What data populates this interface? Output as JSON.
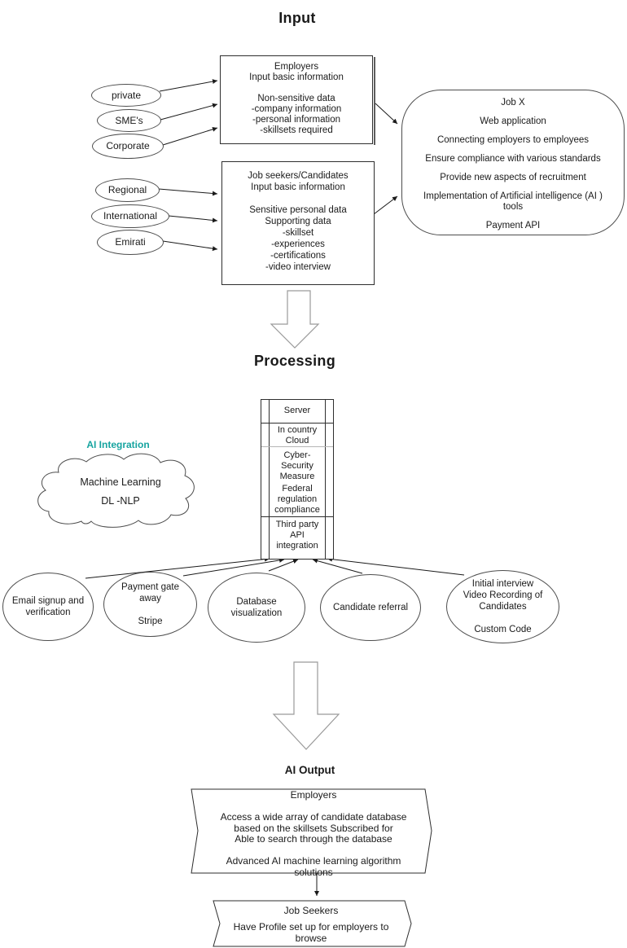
{
  "titles": {
    "input": "Input",
    "processing": "Processing",
    "output": "AI Output"
  },
  "input": {
    "employer_sources": [
      "private",
      "SME's",
      "Corporate"
    ],
    "seeker_sources": [
      "Regional",
      "International",
      "Emirati"
    ],
    "employers_box": {
      "title": "Employers",
      "body": "Input basic information\n\nNon-sensitive data\n-company information\n-personal information\n-skillsets required"
    },
    "seekers_box": {
      "title": "Job seekers/Candidates",
      "body": "Input basic information\n\nSensitive personal data\nSupporting data\n-skillset\n-experiences\n-certifications\n-video interview"
    },
    "jobx": {
      "lines": [
        "Job X",
        "Web application",
        "Connecting employers to employees",
        "Ensure compliance with various standards",
        "Provide new aspects of recruitment",
        "Implementation of Artificial intelligence (AI )\ntools",
        "Payment API"
      ]
    }
  },
  "processing": {
    "ai_label": "AI Integration",
    "ai_label_color": "#16a4a0",
    "cloud_lines": [
      "Machine Learning",
      "DL -NLP"
    ],
    "stack": [
      "Server",
      "In country\nCloud",
      "Cyber-\nSecurity\nMeasure",
      "Federal\nregulation\ncompliance",
      "Third party\nAPI\nintegration"
    ],
    "modules": [
      "Email signup and\nverification",
      "Payment gate\naway\n\nStripe",
      "Database\nvisualization",
      "Candidate referral",
      "Initial interview\nVideo Recording of\nCandidates\n\nCustom Code"
    ]
  },
  "output": {
    "employers_banner": {
      "title": "Employers",
      "body": "Access a wide array of candidate database\nbased on the skillsets Subscribed for\nAble to search through the database\n\nAdvanced AI machine learning algorithm\nsolutions"
    },
    "seekers_banner": {
      "title": "Job Seekers",
      "body": "Have Profile set up for employers to\nbrowse"
    }
  }
}
